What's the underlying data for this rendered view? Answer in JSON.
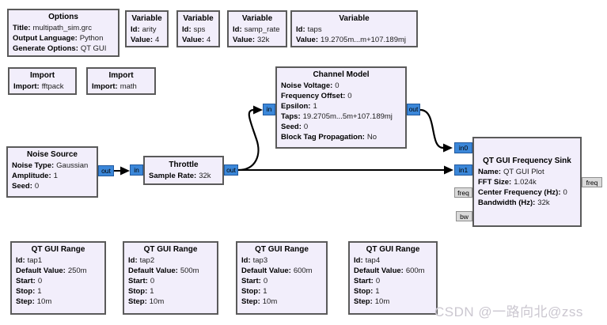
{
  "colors": {
    "block_bg": "#f2eefb",
    "block_border": "#5a5a5a",
    "port_blue": "#3b87d9",
    "port_gray": "#dadada",
    "wire": "#000000"
  },
  "watermark": "CSDN @一路向北@zss",
  "blocks": {
    "options": {
      "title": "Options",
      "params": [
        {
          "label": "Title:",
          "value": "multipath_sim.grc"
        },
        {
          "label": "Output Language:",
          "value": "Python"
        },
        {
          "label": "Generate Options:",
          "value": "QT GUI"
        }
      ]
    },
    "var_arity": {
      "title": "Variable",
      "params": [
        {
          "label": "Id:",
          "value": "arity"
        },
        {
          "label": "Value:",
          "value": "4"
        }
      ]
    },
    "var_sps": {
      "title": "Variable",
      "params": [
        {
          "label": "Id:",
          "value": "sps"
        },
        {
          "label": "Value:",
          "value": "4"
        }
      ]
    },
    "var_samp_rate": {
      "title": "Variable",
      "params": [
        {
          "label": "Id:",
          "value": "samp_rate"
        },
        {
          "label": "Value:",
          "value": "32k"
        }
      ]
    },
    "var_taps": {
      "title": "Variable",
      "params": [
        {
          "label": "Id:",
          "value": "taps"
        },
        {
          "label": "Value:",
          "value": "19.2705m...m+107.189mj"
        }
      ]
    },
    "import_fftpack": {
      "title": "Import",
      "params": [
        {
          "label": "Import:",
          "value": "fftpack"
        }
      ]
    },
    "import_math": {
      "title": "Import",
      "params": [
        {
          "label": "Import:",
          "value": "math"
        }
      ]
    },
    "channel_model": {
      "title": "Channel Model",
      "params": [
        {
          "label": "Noise Voltage:",
          "value": "0"
        },
        {
          "label": "Frequency Offset:",
          "value": "0"
        },
        {
          "label": "Epsilon:",
          "value": "1"
        },
        {
          "label": "Taps:",
          "value": "19.2705m...5m+107.189mj"
        },
        {
          "label": "Seed:",
          "value": "0"
        },
        {
          "label": "Block Tag Propagation:",
          "value": "No"
        }
      ],
      "ports": {
        "in": "in",
        "out": "out"
      }
    },
    "noise_source": {
      "title": "Noise Source",
      "params": [
        {
          "label": "Noise Type:",
          "value": "Gaussian"
        },
        {
          "label": "Amplitude:",
          "value": "1"
        },
        {
          "label": "Seed:",
          "value": "0"
        }
      ],
      "ports": {
        "out": "out"
      }
    },
    "throttle": {
      "title": "Throttle",
      "params": [
        {
          "label": "Sample Rate:",
          "value": "32k"
        }
      ],
      "ports": {
        "in": "in",
        "out": "out"
      }
    },
    "freq_sink": {
      "title": "QT GUI Frequency Sink",
      "params": [
        {
          "label": "Name:",
          "value": "QT GUI Plot"
        },
        {
          "label": "FFT Size:",
          "value": "1.024k"
        },
        {
          "label": "Center Frequency (Hz):",
          "value": "0"
        },
        {
          "label": "Bandwidth (Hz):",
          "value": "32k"
        }
      ],
      "ports": {
        "in0": "in0",
        "in1": "in1",
        "freq_left": "freq",
        "bw": "bw",
        "freq_right": "freq"
      }
    },
    "range_tap1": {
      "title": "QT GUI Range",
      "params": [
        {
          "label": "Id:",
          "value": "tap1"
        },
        {
          "label": "Default Value:",
          "value": "250m"
        },
        {
          "label": "Start:",
          "value": "0"
        },
        {
          "label": "Stop:",
          "value": "1"
        },
        {
          "label": "Step:",
          "value": "10m"
        }
      ]
    },
    "range_tap2": {
      "title": "QT GUI Range",
      "params": [
        {
          "label": "Id:",
          "value": "tap2"
        },
        {
          "label": "Default Value:",
          "value": "500m"
        },
        {
          "label": "Start:",
          "value": "0"
        },
        {
          "label": "Stop:",
          "value": "1"
        },
        {
          "label": "Step:",
          "value": "10m"
        }
      ]
    },
    "range_tap3": {
      "title": "QT GUI Range",
      "params": [
        {
          "label": "Id:",
          "value": "tap3"
        },
        {
          "label": "Default Value:",
          "value": "600m"
        },
        {
          "label": "Start:",
          "value": "0"
        },
        {
          "label": "Stop:",
          "value": "1"
        },
        {
          "label": "Step:",
          "value": "10m"
        }
      ]
    },
    "range_tap4": {
      "title": "QT GUI Range",
      "params": [
        {
          "label": "Id:",
          "value": "tap4"
        },
        {
          "label": "Default Value:",
          "value": "600m"
        },
        {
          "label": "Start:",
          "value": "0"
        },
        {
          "label": "Stop:",
          "value": "1"
        },
        {
          "label": "Step:",
          "value": "10m"
        }
      ]
    }
  }
}
